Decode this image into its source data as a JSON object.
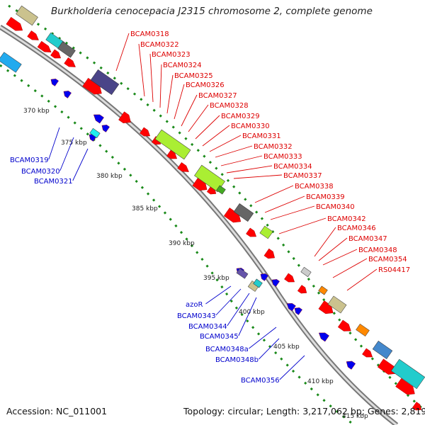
{
  "title": "Burkholderia cenocepacia J2315 chromosome 2, complete genome",
  "footer": {
    "accession": "Accession: NC_011001",
    "topology": "Topology: circular; Length: 3,217,062 bp; Genes: 2,819"
  },
  "colors": {
    "forward_gene": "#ff0000",
    "reverse_gene": "#0000ee",
    "backbone": "#888888",
    "tick": "#1a8a1a",
    "forward_label": "#dd0000",
    "reverse_label": "#0000cc"
  },
  "scale_labels": [
    "370 kbp",
    "375 kbp",
    "380 kbp",
    "385 kbp",
    "390 kbp",
    "395 kbp",
    "400 kbp",
    "405 kbp",
    "410 kbp",
    "415 kbp"
  ],
  "forward_labels": [
    "BCAM0318",
    "BCAM0322",
    "BCAM0323",
    "BCAM0324",
    "BCAM0325",
    "BCAM0326",
    "BCAM0327",
    "BCAM0328",
    "BCAM0329",
    "BCAM0330",
    "BCAM0331",
    "BCAM0332",
    "BCAM0333",
    "BCAM0334",
    "BCAM0337",
    "BCAM0338",
    "BCAM0339",
    "BCAM0340",
    "BCAM0342",
    "BCAM0346",
    "BCAM0347",
    "BCAM0348",
    "BCAM0354",
    "RS04417"
  ],
  "reverse_labels": [
    "BCAM0319",
    "BCAM0320",
    "BCAM0321",
    "azoR",
    "BCAM0343",
    "BCAM0344",
    "BCAM0345",
    "BCAM0348a",
    "BCAM0348b",
    "BCAM0356"
  ]
}
